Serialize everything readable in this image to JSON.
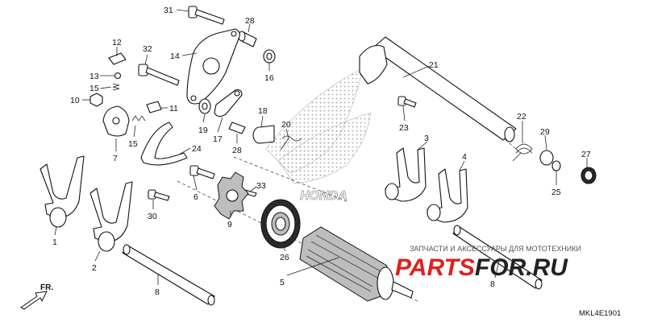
{
  "callouts": {
    "c31": "31",
    "c28a": "28",
    "c12": "12",
    "c32": "32",
    "c14": "14",
    "c16": "16",
    "c13": "13",
    "c15a": "15",
    "c10": "10",
    "c11": "11",
    "c15b": "15",
    "c7": "7",
    "c19": "19",
    "c17": "17",
    "c18": "18",
    "c20": "20",
    "c28b": "28",
    "c24": "24",
    "c21": "21",
    "c22": "22",
    "c23": "23",
    "c3": "3",
    "c29": "29",
    "c27": "27",
    "c4": "4",
    "c25": "25",
    "c6": "6",
    "c33": "33",
    "c9": "9",
    "c30": "30",
    "c1": "1",
    "c2": "2",
    "c26": "26",
    "c5": "5",
    "c8a": "8",
    "c8b": "8"
  },
  "watermark": {
    "line": "ЗАПЧАСТИ И АКСЕССУАРЫ ДЛЯ МОТОТЕХНИКИ",
    "logo_red": "PARTS",
    "logo_dark": "FOR.RU",
    "brand": "HONDA"
  },
  "front_marker": "FR.",
  "diagram_code": "MKL4E1901",
  "colors": {
    "logo_red": "#e02020",
    "logo_dark": "#222222",
    "emblem": "#9a9a9a"
  }
}
